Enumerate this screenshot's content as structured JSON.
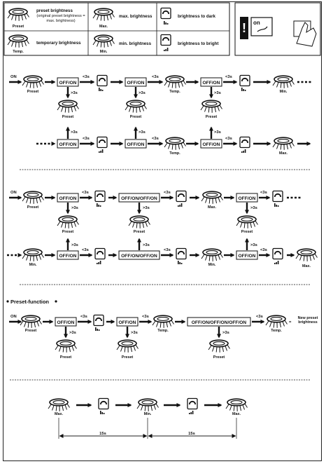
{
  "legend": {
    "preset_caption": "Preset",
    "preset_title": "preset brightness",
    "preset_note": "(original preset brightness = max. brightness)",
    "max_caption": "Max.",
    "max_title": "max. brightness",
    "dark_title": "brightness to dark",
    "temp_caption": "Temp.",
    "temp_title": "temporary brightness",
    "min_caption": "Min.",
    "min_title": "min. brightness",
    "bright_title": "brightness to bright",
    "warning_switch": "on"
  },
  "labels": {
    "on": "ON",
    "off_on": "OFF/ON",
    "off_on_x2": "OFF/ON/OFF/ON",
    "off_on_x3": "OFF/ON/OFF/ON/OFF/ON",
    "short": "<3s",
    "long": ">3s",
    "preset": "Preset",
    "temp": "Temp.",
    "min": "Min.",
    "max": "Max.",
    "new_preset": "New preset brightness",
    "preset_function": "Preset-function",
    "time_15s": "15s"
  },
  "colors": {
    "ink": "#111111",
    "paper": "#ffffff"
  }
}
